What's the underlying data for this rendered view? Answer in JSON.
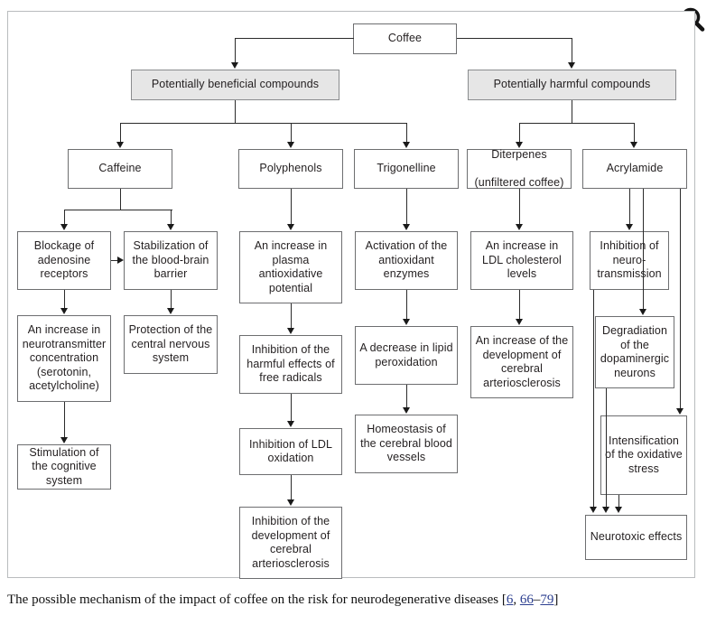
{
  "figure": {
    "zoom_icon": "magnifier-icon",
    "caption_prefix": "The possible mechanism of the impact of coffee on the risk for neurodegenerative diseases [",
    "caption_suffix": "]",
    "caption_refs": [
      {
        "label": "6",
        "sep": ", "
      },
      {
        "label": "66",
        "sep": "–"
      },
      {
        "label": "79",
        "sep": ""
      }
    ]
  },
  "colors": {
    "node_fill": "#ffffff",
    "node_fill_shaded": "#e6e6e6",
    "node_border": "#6d6e70",
    "connector": "#2b2b2b",
    "frame_border": "#b9bcbe",
    "text": "#231f20",
    "link": "#2a3d8f"
  },
  "diagram": {
    "type": "flowchart",
    "root": "Coffee",
    "nodes": {
      "coffee": "Coffee",
      "beneficial": "Potentially beneficial compounds",
      "harmful": "Potentially harmful compounds",
      "caffeine": "Caffeine",
      "polyphenols": "Polyphenols",
      "trigonelline": "Trigonelline",
      "diterpenes_l1": "Diterpenes",
      "diterpenes_l2": "(unfiltered coffee)",
      "acrylamide": "Acrylamide",
      "blockage": "Blockage of adenosine receptors",
      "stabilization": "Stabilization of the blood-brain barrier",
      "neurotransmitter": "An increase in neurotransmitter concentration (serotonin, acetylcholine)",
      "protection_cns": "Protection of the central nervous system",
      "cognitive": "Stimulation of the cognitive system",
      "plasma_antiox": "An increase in plasma antioxidative potential",
      "free_radicals": "Inhibition of the harmful effects of free radicals",
      "ldl_oxidation": "Inhibition of LDL oxidation",
      "cerebral_arterio_good": "Inhibition of the development of cerebral arteriosclerosis",
      "antiox_enzymes": "Activation of the antioxidant enzymes",
      "lipid_perox": "A decrease in lipid peroxidation",
      "homeostasis": "Homeostasis of the cerebral blood vessels",
      "ldl_levels": "An increase in LDL cholesterol levels",
      "cerebral_arterio_bad": "An increase of the development of cerebral arteriosclerosis",
      "neurotransmission": "Inhibition of neuro-transmission",
      "degradation": "Degradiation of the dopaminergic neurons",
      "oxidative_stress": "Intensification of the oxidative stress",
      "neurotoxic": "Neurotoxic effects"
    },
    "edges": [
      {
        "from": "coffee",
        "to": "beneficial"
      },
      {
        "from": "coffee",
        "to": "harmful"
      },
      {
        "from": "beneficial",
        "to": "caffeine"
      },
      {
        "from": "beneficial",
        "to": "polyphenols"
      },
      {
        "from": "beneficial",
        "to": "trigonelline"
      },
      {
        "from": "harmful",
        "to": "diterpenes"
      },
      {
        "from": "harmful",
        "to": "acrylamide"
      },
      {
        "from": "caffeine",
        "to": "blockage"
      },
      {
        "from": "caffeine",
        "to": "stabilization"
      },
      {
        "from": "blockage",
        "to": "stabilization"
      },
      {
        "from": "blockage",
        "to": "neurotransmitter"
      },
      {
        "from": "stabilization",
        "to": "protection_cns"
      },
      {
        "from": "neurotransmitter",
        "to": "cognitive"
      },
      {
        "from": "polyphenols",
        "to": "plasma_antiox"
      },
      {
        "from": "plasma_antiox",
        "to": "free_radicals"
      },
      {
        "from": "free_radicals",
        "to": "ldl_oxidation"
      },
      {
        "from": "ldl_oxidation",
        "to": "cerebral_arterio_good"
      },
      {
        "from": "trigonelline",
        "to": "antiox_enzymes"
      },
      {
        "from": "antiox_enzymes",
        "to": "lipid_perox"
      },
      {
        "from": "lipid_perox",
        "to": "homeostasis"
      },
      {
        "from": "diterpenes",
        "to": "ldl_levels"
      },
      {
        "from": "ldl_levels",
        "to": "cerebral_arterio_bad"
      },
      {
        "from": "acrylamide",
        "to": "neurotransmission"
      },
      {
        "from": "acrylamide",
        "to": "degradation"
      },
      {
        "from": "acrylamide",
        "to": "oxidative_stress"
      },
      {
        "from": "neurotransmission",
        "to": "neurotoxic"
      },
      {
        "from": "degradation",
        "to": "neurotoxic"
      },
      {
        "from": "oxidative_stress",
        "to": "neurotoxic"
      }
    ]
  }
}
